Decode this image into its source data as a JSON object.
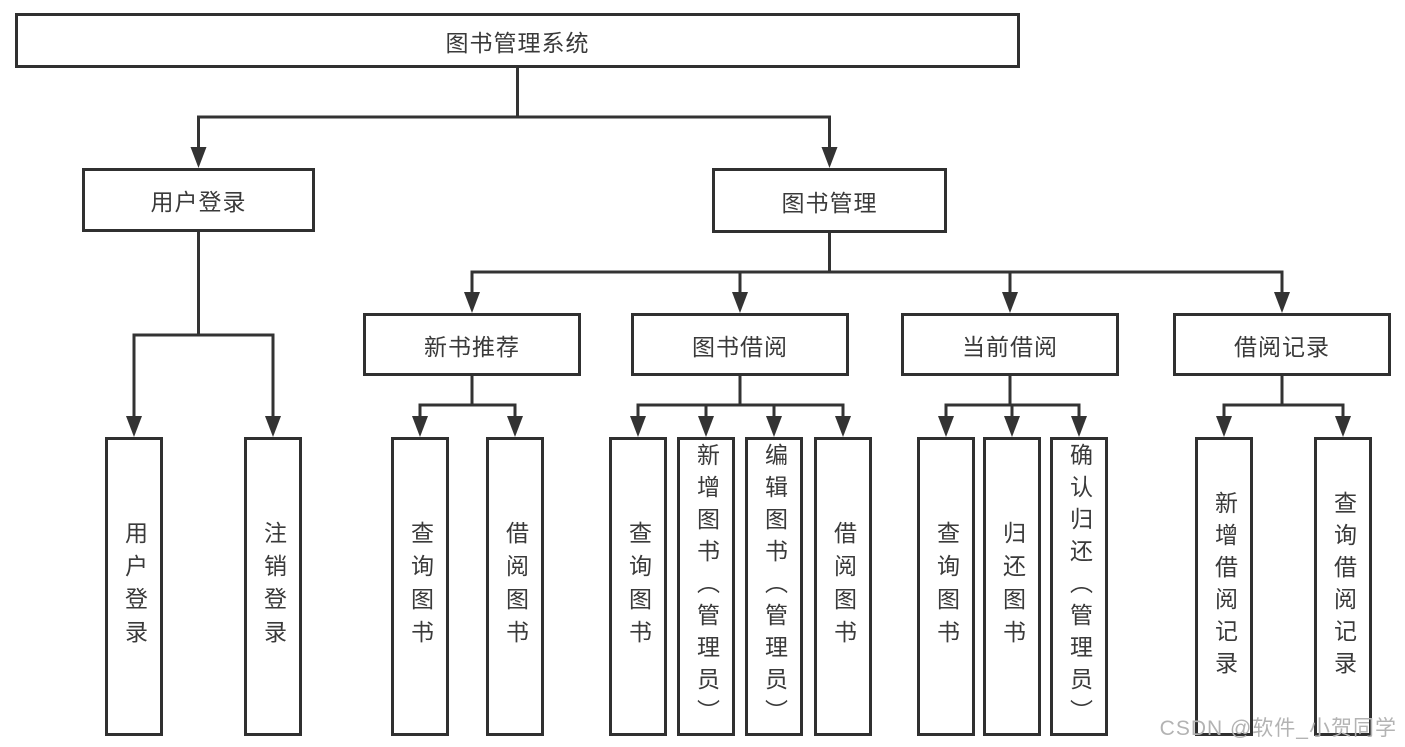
{
  "diagram": {
    "root": {
      "label": "图书管理系统"
    },
    "level2": [
      {
        "label": "用户登录"
      },
      {
        "label": "图书管理"
      }
    ],
    "level3": [
      {
        "label": "新书推荐",
        "parent": "图书管理"
      },
      {
        "label": "图书借阅",
        "parent": "图书管理"
      },
      {
        "label": "当前借阅",
        "parent": "图书管理"
      },
      {
        "label": "借阅记录",
        "parent": "图书管理"
      }
    ],
    "leaves": [
      {
        "label": "用户登录",
        "parent": "用户登录"
      },
      {
        "label": "注销登录",
        "parent": "用户登录"
      },
      {
        "label": "查询图书",
        "parent": "新书推荐"
      },
      {
        "label": "借阅图书",
        "parent": "新书推荐"
      },
      {
        "label": "查询图书",
        "parent": "图书借阅"
      },
      {
        "label": "新增图书（管理员）",
        "parent": "图书借阅"
      },
      {
        "label": "编辑图书（管理员）",
        "parent": "图书借阅"
      },
      {
        "label": "借阅图书",
        "parent": "图书借阅"
      },
      {
        "label": "查询图书",
        "parent": "当前借阅"
      },
      {
        "label": "归还图书",
        "parent": "当前借阅"
      },
      {
        "label": "确认归还（管理员）",
        "parent": "当前借阅"
      },
      {
        "label": "新增借阅记录",
        "parent": "借阅记录"
      },
      {
        "label": "查询借阅记录",
        "parent": "借阅记录"
      }
    ]
  },
  "watermark": {
    "text": "CSDN @软件_小贺同学"
  },
  "colors": {
    "line": "#333333",
    "box_border": "#303030",
    "text": "#3a3a3a",
    "watermark_text": "#b3b3b3",
    "background": "#ffffff"
  }
}
